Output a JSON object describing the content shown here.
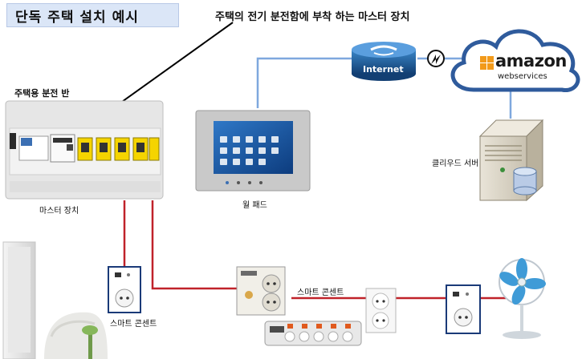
{
  "title": "단독 주택 설치 예시",
  "callout": "주택의 전기 분전함에 부착 하는 마스터 장치",
  "labels": {
    "panel": "주택용 분전 반",
    "master": "마스터 장치",
    "wallpad": "월 패드",
    "cloud_server": "클리우드 서버",
    "smart_outlet_left": "스마트 콘센트",
    "smart_outlet_mid": "스마트 콘센트"
  },
  "internet_label": "Internet",
  "amazon": {
    "brand": "amazon",
    "sub": "webservices"
  },
  "colors": {
    "power_line": "#c0222a",
    "network_line": "#7fa8de",
    "cloud_stroke": "#2f5b9c",
    "router": "#1f5d9a"
  },
  "icons": [
    "router-icon",
    "cloud-icon",
    "server-icon",
    "firewall-icon",
    "fan-icon",
    "outlet-icon",
    "power-strip-icon",
    "air-purifier-icon",
    "chair-icon"
  ]
}
